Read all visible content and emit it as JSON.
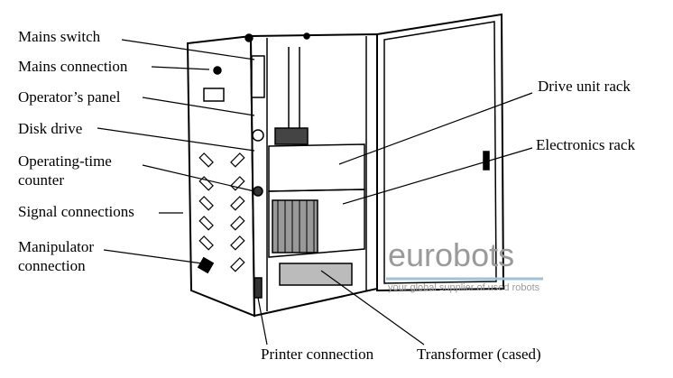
{
  "labels": {
    "mains_switch": "Mains switch",
    "mains_connection": "Mains connection",
    "operators_panel": "Operator’s panel",
    "disk_drive": "Disk drive",
    "operating_time_counter_1": "Operating-time",
    "operating_time_counter_2": "counter",
    "signal_connections": "Signal connections",
    "manipulator_connection_1": "Manipulator",
    "manipulator_connection_2": "connection",
    "drive_unit_rack": "Drive unit rack",
    "electronics_rack": "Electronics rack",
    "printer_connection": "Printer connection",
    "transformer": "Transformer (cased)"
  },
  "watermark": {
    "brand": "eurobots",
    "tagline": "your global supplier of used robots",
    "accent": "#9fc3d6"
  }
}
